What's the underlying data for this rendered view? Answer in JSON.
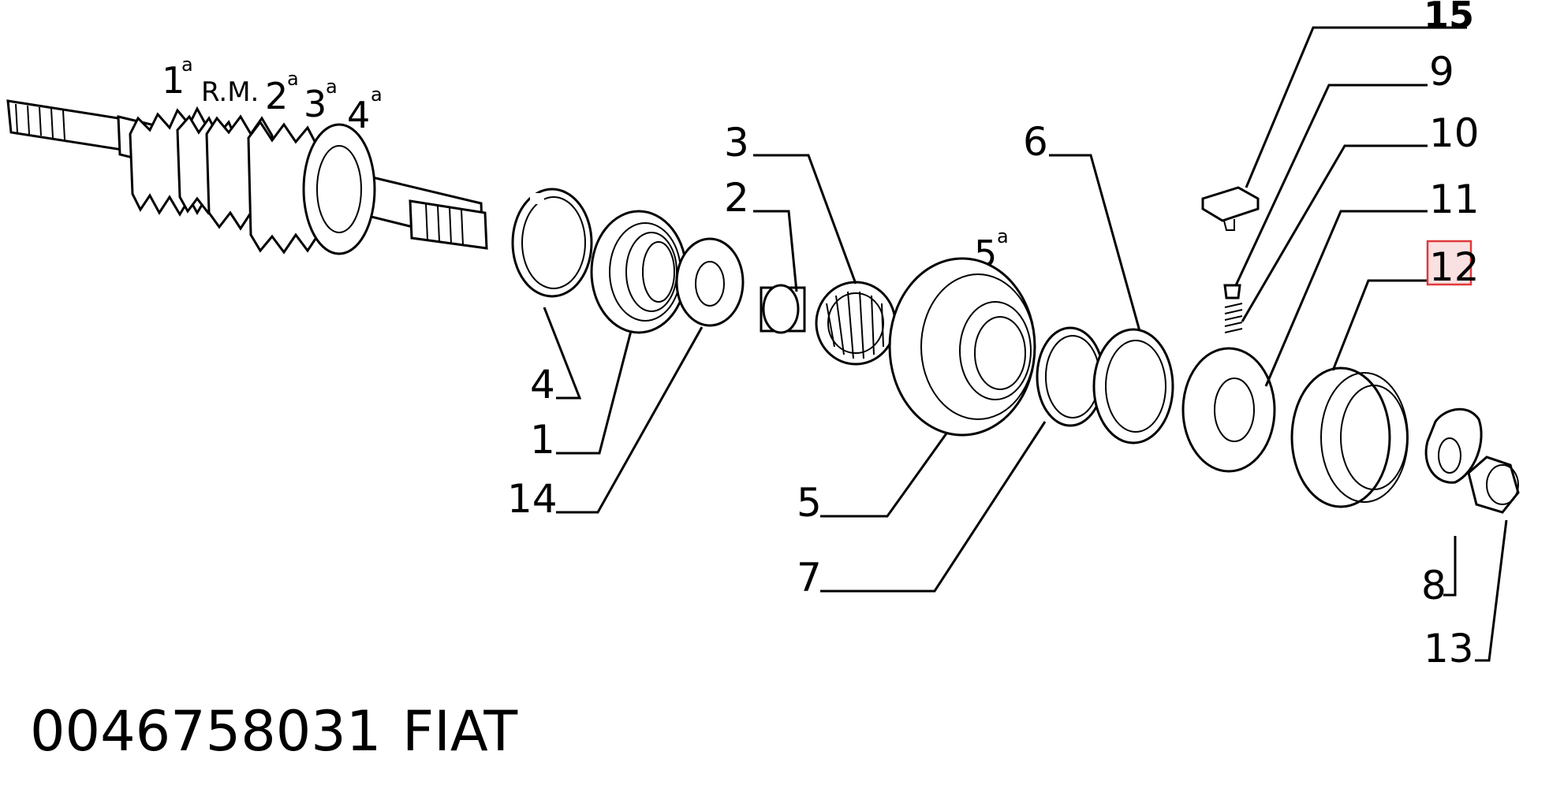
{
  "gear_labels": {
    "first": "1",
    "first_sup": "a",
    "reverse": "R.M.",
    "second": "2",
    "second_sup": "a",
    "third": "3",
    "third_sup": "a",
    "fourth": "4",
    "fourth_sup": "a",
    "fifth": "5",
    "fifth_sup": "a"
  },
  "callouts": {
    "c1": "1",
    "c2": "2",
    "c3": "3",
    "c4": "4",
    "c5": "5",
    "c6": "6",
    "c7": "7",
    "c8": "8",
    "c9": "9",
    "c10": "10",
    "c11": "11",
    "c12": "12",
    "c13": "13",
    "c14": "14",
    "c15": "15"
  },
  "highlighted_callout": "12",
  "highlight_color": "#e0393b",
  "footer": {
    "part_number": "0046758031",
    "brand": "FIAT"
  }
}
